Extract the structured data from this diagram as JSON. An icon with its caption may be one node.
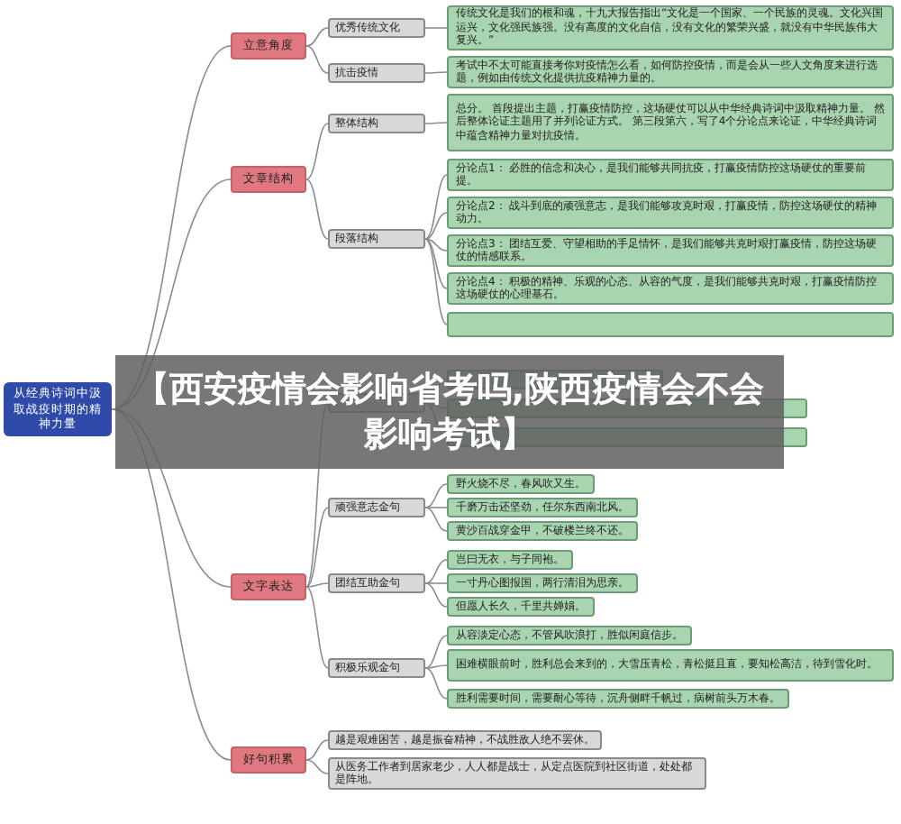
{
  "diagram": {
    "title": "【西安疫情会影响省考吗,陕西疫情会不会影响考试】",
    "nodes": [
      {
        "text": [
          "从经典诗词中汲取战疫时期的精神力量"
        ]
      },
      {
        "text": [
          "立意角度"
        ]
      },
      {
        "text": [
          "优秀传统文化"
        ]
      },
      {
        "text": [
          "传统文化是我们的根和魂，十九大报告指出“文化是一个国家、一个民族的灵魂。文化兴国运兴，文化强民族强。没有高度的文化自信，没有文化的繁荣兴盛，就没有中华民族伟大复兴。”"
        ]
      },
      {
        "text": [
          "抗击疫情"
        ]
      },
      {
        "text": [
          "考试中不太可能直接考你对疫情怎么看，如何防控疫情，而是会从一些人文角度来进行选题，例如由传统文化提供抗疫精神力量的。"
        ]
      },
      {
        "text": [
          "文章结构"
        ]
      },
      {
        "text": [
          "整体结构"
        ]
      },
      {
        "text": [
          "总分。 首段提出主题，打赢疫情防控，这场硬仗可以从中华经典诗词中汲取精神力量。 然后整体论证主题用了并列论证方式。 第三段第六，写了4个分论点来论证，中华经典诗词中蕴含精神力量对抗疫情。"
        ]
      },
      {
        "text": [
          "段落结构"
        ]
      },
      {
        "text": [
          "分论点1： 必胜的信念和决心，是我们能够共同抗疫，打赢疫情防控这场硬仗的重要前提。"
        ]
      },
      {
        "text": [
          "分论点2： 战斗到底的顽强意志，是我们能够攻克时艰，打赢疫情，防控这场硬仗的精神动力。"
        ]
      },
      {
        "text": [
          "分论点3： 团结互爱、守望相助的手足情怀，是我们能够共克时艰打赢疫情，防控这场硬仗的情感联系。"
        ]
      },
      {
        "text": [
          "分论点4： 积极的精神、乐观的心态、从容的气度，是我们能够共克时艰，打赢疫情防控这场硬仗的心理基石。"
        ]
      },
      {
        "text": [],
        "shape": "box"
      },
      {
        "text": [
          "文字表达"
        ]
      },
      {
        "text": [],
        "shape": "box"
      },
      {
        "text": [],
        "shape": "box"
      },
      {
        "text": [],
        "shape": "box"
      },
      {
        "text": [],
        "shape": "box"
      },
      {
        "text": [
          "顽强意志金句"
        ]
      },
      {
        "text": [
          "野火烧不尽，春风吹又生。"
        ]
      },
      {
        "text": [
          "千磨万击还坚劲，任尔东西南北风。"
        ]
      },
      {
        "text": [
          "黄沙百战穿金甲，不破楼兰终不还。"
        ]
      },
      {
        "text": [
          "团结互助金句"
        ]
      },
      {
        "text": [
          "岂曰无衣，与子同袍。"
        ]
      },
      {
        "text": [
          "一寸丹心图报国，两行清泪为思亲。"
        ]
      },
      {
        "text": [
          "但愿人长久，千里共婵娟。"
        ]
      },
      {
        "text": [
          "积极乐观金句"
        ]
      },
      {
        "text": [
          "从容淡定心态，不管风吹浪打，胜似闲庭信步。"
        ]
      },
      {
        "text": [
          "困难横眼前时，胜利总会来到的，大雪压青松，青松挺且直，要知松高洁，待到雪化时。"
        ]
      },
      {
        "text": [
          "胜利需要时间，需要耐心等待，沉舟侧畔千帆过，病树前头万木春。"
        ]
      },
      {
        "text": [
          "好句积累"
        ]
      },
      {
        "text": [
          "越是艰难困苦，越是振奋精神，不战胜敌人绝不罢休。"
        ]
      },
      {
        "text": [
          "从医务工作者到居家老少，人人都是战士，从定点医院到社区街道，处处都是阵地。"
        ]
      }
    ],
    "edges": [
      {
        "from": 0,
        "to": 1,
        "arrow": "none"
      },
      {
        "from": 0,
        "to": 6,
        "arrow": "none"
      },
      {
        "from": 0,
        "to": 15,
        "arrow": "none"
      },
      {
        "from": 0,
        "to": 32,
        "arrow": "none"
      },
      {
        "from": 1,
        "to": 2,
        "arrow": "none"
      },
      {
        "from": 1,
        "to": 4,
        "arrow": "none"
      },
      {
        "from": 2,
        "to": 3,
        "arrow": "none"
      },
      {
        "from": 4,
        "to": 5,
        "arrow": "none"
      },
      {
        "from": 6,
        "to": 7,
        "arrow": "none"
      },
      {
        "from": 6,
        "to": 9,
        "arrow": "none"
      },
      {
        "from": 7,
        "to": 8,
        "arrow": "none"
      },
      {
        "from": 9,
        "to": 10,
        "arrow": "none"
      },
      {
        "from": 9,
        "to": 11,
        "arrow": "none"
      },
      {
        "from": 9,
        "to": 12,
        "arrow": "none"
      },
      {
        "from": 9,
        "to": 13,
        "arrow": "none"
      },
      {
        "from": 9,
        "to": 14,
        "arrow": "none"
      },
      {
        "from": 15,
        "to": 16,
        "arrow": "none"
      },
      {
        "from": 15,
        "to": 20,
        "arrow": "none"
      },
      {
        "from": 15,
        "to": 24,
        "arrow": "none"
      },
      {
        "from": 15,
        "to": 28,
        "arrow": "none"
      },
      {
        "from": 16,
        "to": 17,
        "arrow": "none"
      },
      {
        "from": 16,
        "to": 18,
        "arrow": "none"
      },
      {
        "from": 16,
        "to": 19,
        "arrow": "none"
      },
      {
        "from": 20,
        "to": 21,
        "arrow": "none"
      },
      {
        "from": 20,
        "to": 22,
        "arrow": "none"
      },
      {
        "from": 20,
        "to": 23,
        "arrow": "none"
      },
      {
        "from": 24,
        "to": 25,
        "arrow": "none"
      },
      {
        "from": 24,
        "to": 26,
        "arrow": "none"
      },
      {
        "from": 24,
        "to": 27,
        "arrow": "none"
      },
      {
        "from": 28,
        "to": 29,
        "arrow": "none"
      },
      {
        "from": 28,
        "to": 30,
        "arrow": "none"
      },
      {
        "from": 28,
        "to": 31,
        "arrow": "none"
      },
      {
        "from": 32,
        "to": 33,
        "arrow": "none"
      },
      {
        "from": 32,
        "to": 34,
        "arrow": "none"
      }
    ]
  }
}
